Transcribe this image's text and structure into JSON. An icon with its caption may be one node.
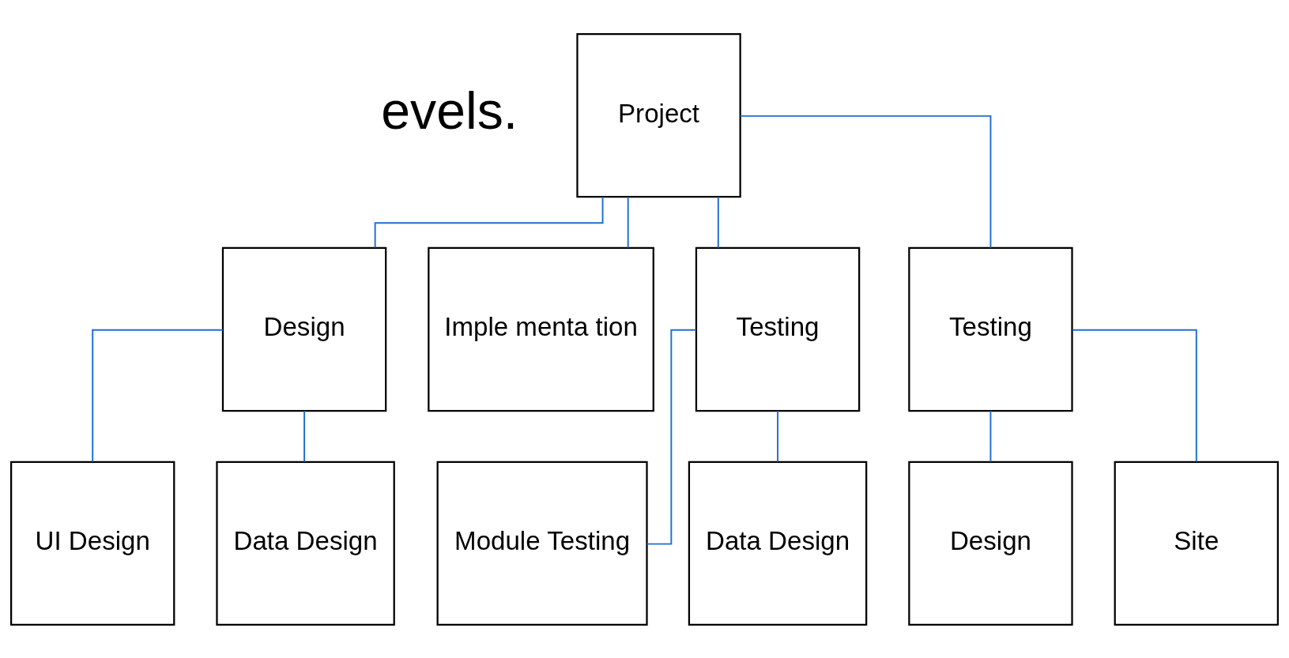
{
  "diagram": {
    "nodes": [
      {
        "text": [
          "Project"
        ]
      },
      {
        "text": [
          "Design"
        ]
      },
      {
        "text": [
          "Imple menta tion"
        ]
      },
      {
        "text": [
          "Testing"
        ]
      },
      {
        "text": [
          "Testing"
        ]
      },
      {
        "text": [
          "UI Design"
        ]
      },
      {
        "text": [
          "Data Design"
        ]
      },
      {
        "text": [
          "Module Testing"
        ]
      },
      {
        "text": [
          "Data Design"
        ]
      },
      {
        "text": [
          "Design"
        ]
      },
      {
        "text": [
          "Site"
        ]
      }
    ],
    "edges": [
      {
        "from": 0,
        "to": 1,
        "arrow": "none"
      },
      {
        "from": 0,
        "to": 2,
        "arrow": "none"
      },
      {
        "from": 0,
        "to": 3,
        "arrow": "none"
      },
      {
        "from": 0,
        "to": 4,
        "arrow": "none"
      },
      {
        "from": 1,
        "to": 5,
        "arrow": "none"
      },
      {
        "from": 1,
        "to": 6,
        "arrow": "none"
      },
      {
        "from": 3,
        "to": 7,
        "arrow": "none"
      },
      {
        "from": 3,
        "to": 8,
        "arrow": "none"
      },
      {
        "from": 4,
        "to": 9,
        "arrow": "none"
      },
      {
        "from": 4,
        "to": 10,
        "arrow": "none"
      }
    ],
    "labels": [
      "evels."
    ]
  }
}
